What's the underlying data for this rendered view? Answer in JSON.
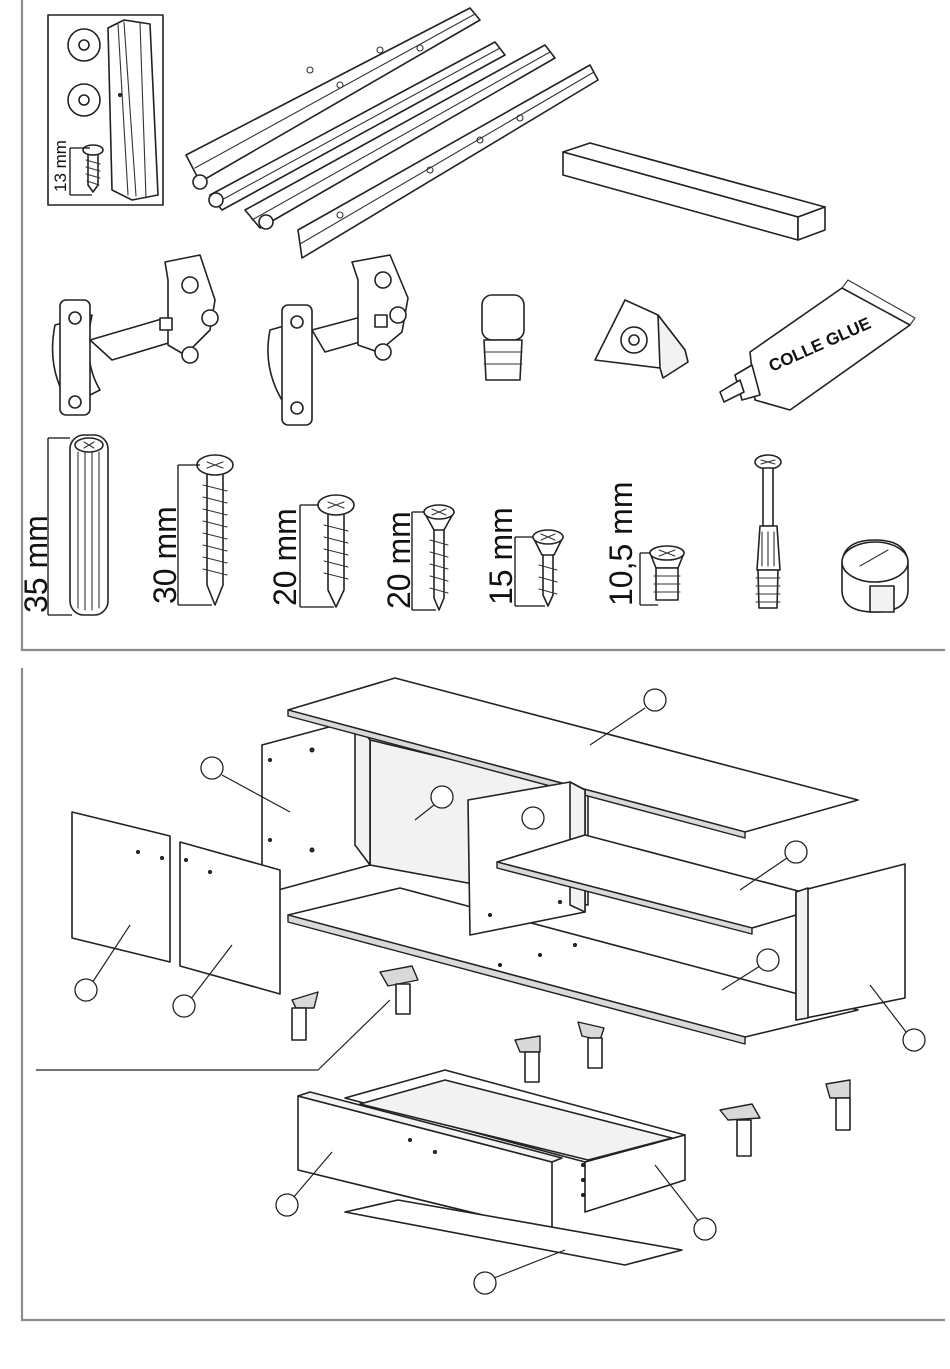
{
  "hardware_labels": {
    "hinge_screw_len": "13 mm",
    "dowel_len": "35 mm",
    "screw_30": "30 mm",
    "screw_20_round": "20 mm",
    "screw_20_flat": "20 mm",
    "screw_15": "15 mm",
    "screw_10_5": "10,5 mm",
    "glue_tube": "COLLE GLUE"
  }
}
